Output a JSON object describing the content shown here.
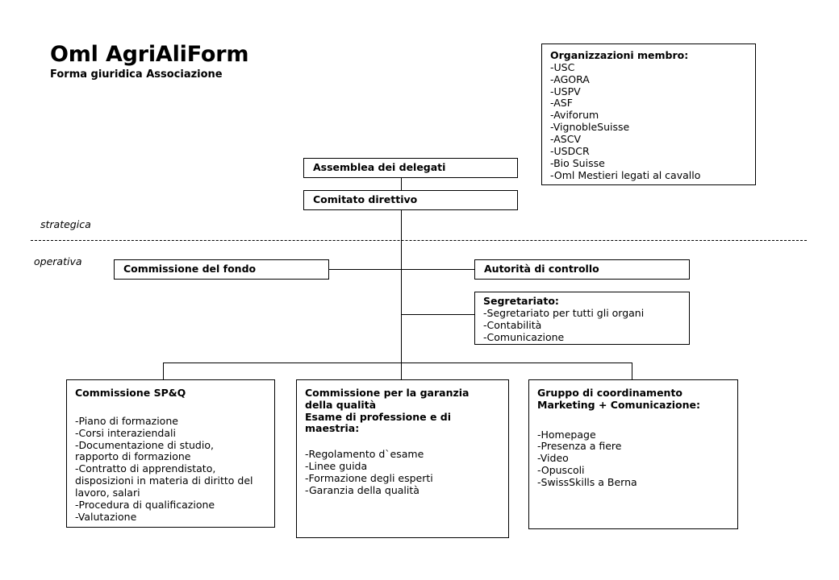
{
  "title": {
    "main": "Oml AgriAliForm",
    "sub": "Forma giuridica Associazione"
  },
  "zones": {
    "strategic": "strategica",
    "operational": "operativa"
  },
  "members_box": {
    "heading": "Organizzazioni membro:",
    "items": [
      "-USC",
      "-AGORA",
      "-USPV",
      "-ASF",
      "-Aviforum",
      "-VignobleSuisse",
      "-ASCV",
      "-USDCR",
      "-Bio Suisse",
      "-Oml Mestieri legati al cavallo"
    ]
  },
  "assembly": {
    "label": "Assemblea dei delegati"
  },
  "committee": {
    "label": "Comitato direttivo"
  },
  "fund_commission": {
    "label": "Commissione del fondo"
  },
  "control_authority": {
    "label": "Autorità di controllo"
  },
  "secretariat": {
    "heading": "Segretariato:",
    "items": [
      "-Segretariato per tutti gli organi",
      "-Contabilità",
      "-Comunicazione"
    ]
  },
  "commission_spq": {
    "heading": "Commissione SP&Q",
    "items": [
      "-Piano di formazione",
      "-Corsi interaziendali",
      "-Documentazione di studio,\nrapporto di formazione",
      "-Contratto di apprendistato,\ndisposizioni in materia di diritto del\nlavoro, salari",
      "-Procedura di qualificazione",
      "-Valutazione"
    ]
  },
  "commission_quality": {
    "heading": "Commissione per la garanzia\ndella qualità\nEsame di professione e di\nmaestria:",
    "items": [
      "-Regolamento d`esame",
      "-Linee guida",
      "-Formazione degli esperti",
      "-Garanzia della qualità"
    ]
  },
  "coordination_group": {
    "heading": "Gruppo di coordinamento\nMarketing + Comunicazione:",
    "items": [
      "-Homepage",
      "-Presenza a fiere",
      "-Video",
      "-Opuscoli",
      "-SwissSkills a Berna"
    ]
  },
  "colors": {
    "line": "#000000",
    "background": "#ffffff",
    "text": "#000000"
  }
}
